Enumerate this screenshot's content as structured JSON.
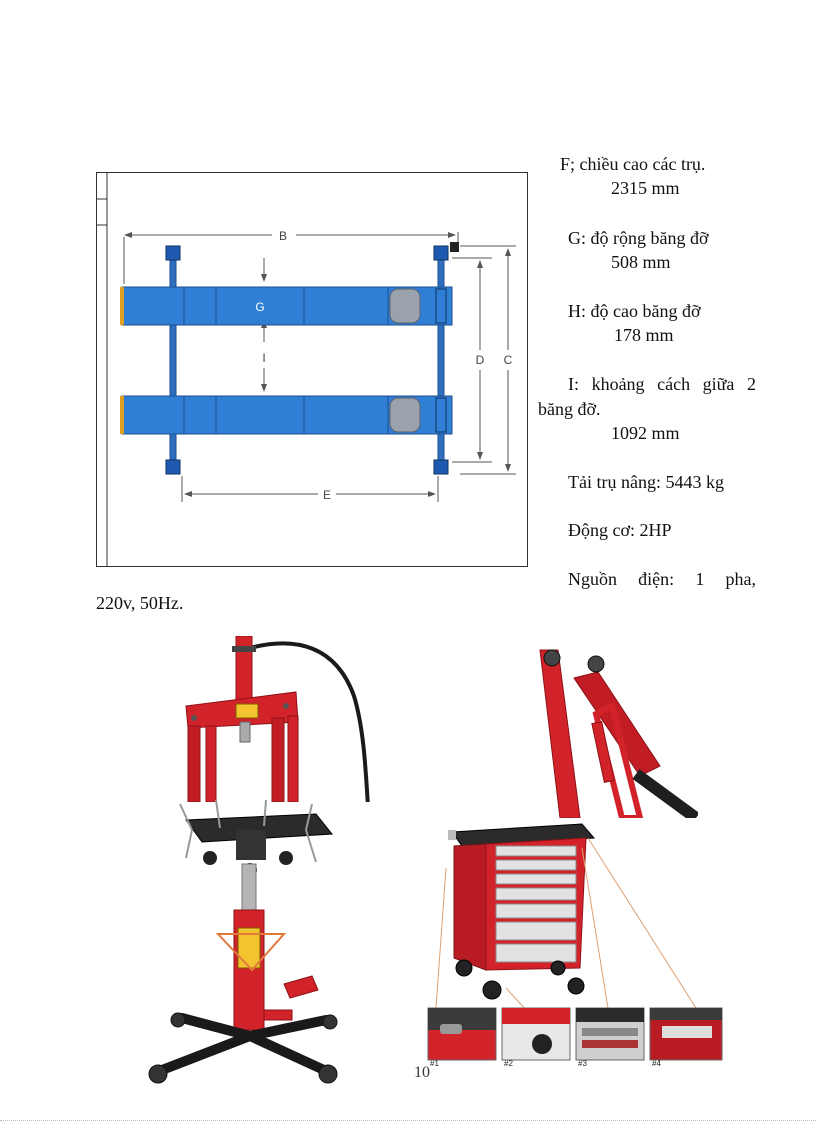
{
  "diagram": {
    "labels": {
      "b": "B",
      "c": "C",
      "d": "D",
      "e": "E",
      "g": "G",
      "i": "I"
    }
  },
  "specs": {
    "f_label": "F; chiều cao các trụ.",
    "f_value": "2315 mm",
    "g_label": "G: độ rộng băng đỡ",
    "g_value": "508 mm",
    "h_label": "H: độ cao băng đỡ",
    "h_value": "178 mm",
    "i_label_line1": "I: khoảng cách giữa 2",
    "i_label_line2": "băng đỡ.",
    "i_value": "1092 mm",
    "load": "Tải trụ nâng: 5443 kg",
    "motor": "Động cơ: 2HP",
    "power_line1": "Nguồn điện: 1 pha,",
    "power_line2": "220v, 50Hz."
  },
  "tool_cabinet": {
    "thumb_labels": [
      "#1",
      "#2",
      "#3",
      "#4"
    ]
  },
  "page_number": "10",
  "colors": {
    "runway_blue": "#2f7fd6",
    "runway_outline": "#1f4f8f",
    "post_blue": "#1e5bb0",
    "equipment_red": "#d3232a",
    "dark_red": "#8e1216",
    "black_metal": "#222222",
    "drawer_gray": "#d9d9d9"
  }
}
